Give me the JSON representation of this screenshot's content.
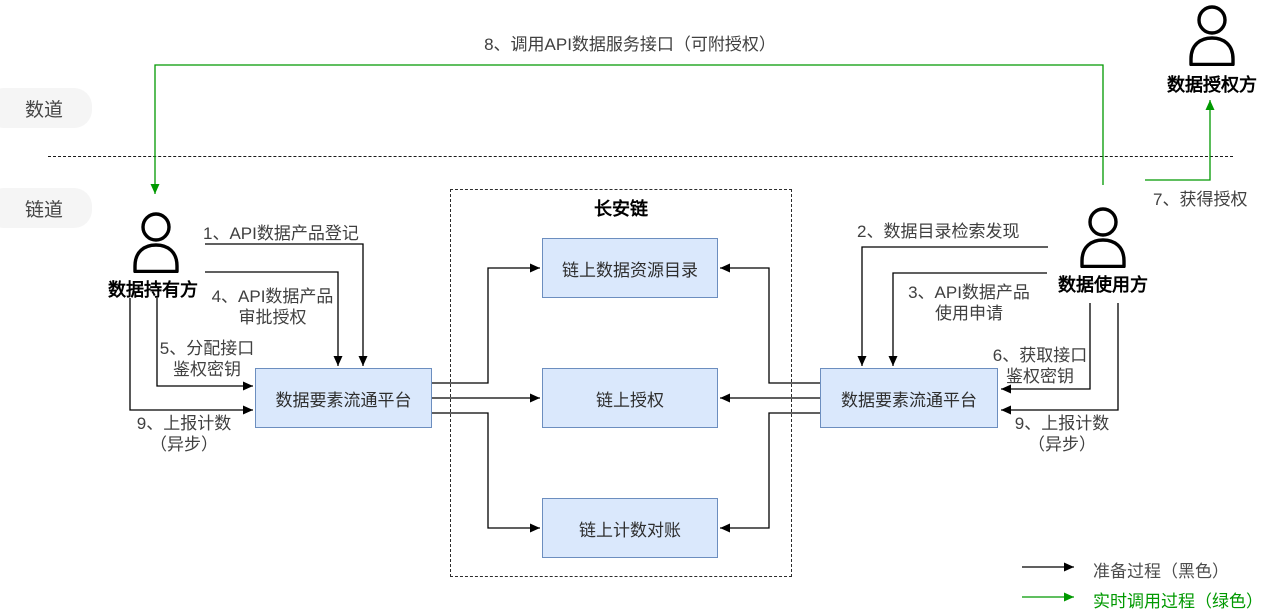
{
  "diagram": {
    "lanes": {
      "top": "数道",
      "bottom": "链道"
    },
    "actors": {
      "holder": "数据持有方",
      "consumer": "数据使用方",
      "authorizer": "数据授权方"
    },
    "chain": {
      "title": "长安链",
      "nodes": {
        "catalog": "链上数据资源目录",
        "auth": "链上授权",
        "counting": "链上计数对账"
      }
    },
    "platforms": {
      "left": "数据要素流通平台",
      "right": "数据要素流通平台"
    },
    "edges": {
      "e1": {
        "label": "1、API数据产品登记"
      },
      "e2": {
        "label": "2、数据目录检索发现"
      },
      "e3": {
        "line1": "3、API数据产品",
        "line2": "使用申请"
      },
      "e4": {
        "line1": "4、API数据产品",
        "line2": "审批授权"
      },
      "e5": {
        "line1": "5、分配接口",
        "line2": "鉴权密钥"
      },
      "e6": {
        "line1": "6、获取接口",
        "line2": "鉴权密钥"
      },
      "e7": {
        "label": "7、获得授权"
      },
      "e8": {
        "label": "8、调用API数据服务接口（可附授权）"
      },
      "e9_left": {
        "line1": "9、上报计数",
        "line2": "（异步）"
      },
      "e9_right": {
        "line1": "9、上报计数",
        "line2": "（异步）"
      }
    },
    "legend": {
      "prepare": "准备过程（黑色）",
      "realtime": "实时调用过程（绿色）"
    },
    "colors": {
      "node_fill": "#dae8fc",
      "node_border": "#6c8ebf",
      "edge_black": "#000000",
      "edge_green": "#009900",
      "lane_pill_bg": "#f5f5f5"
    }
  }
}
